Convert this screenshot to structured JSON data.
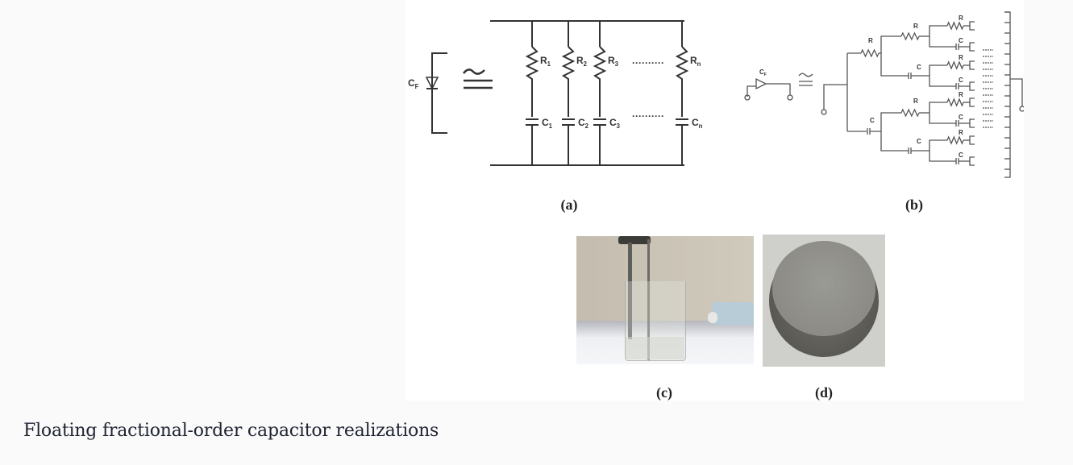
{
  "figure": {
    "panel_a": {
      "label": "(a)",
      "cf_label": "C",
      "cf_sub": "F",
      "approx_symbol": "≅",
      "resistors": [
        {
          "name": "R",
          "sub": "1"
        },
        {
          "name": "R",
          "sub": "2"
        },
        {
          "name": "R",
          "sub": "3"
        },
        {
          "name": "R",
          "sub": "n"
        }
      ],
      "capacitors": [
        {
          "name": "C",
          "sub": "1"
        },
        {
          "name": "C",
          "sub": "2"
        },
        {
          "name": "C",
          "sub": "3"
        },
        {
          "name": "C",
          "sub": "n"
        }
      ],
      "ellipsis": "··········"
    },
    "panel_b": {
      "label": "(b)",
      "cf_label": "C",
      "cf_sub": "F",
      "approx_symbol": "≅",
      "r_label": "R",
      "c_label": "C"
    },
    "panel_c": {
      "label": "(c)",
      "description": "photo of beaker with electrodes"
    },
    "panel_d": {
      "label": "(d)",
      "description": "photo of metal can capacitor"
    }
  },
  "caption": "Floating fractional-order capacitor realizations"
}
